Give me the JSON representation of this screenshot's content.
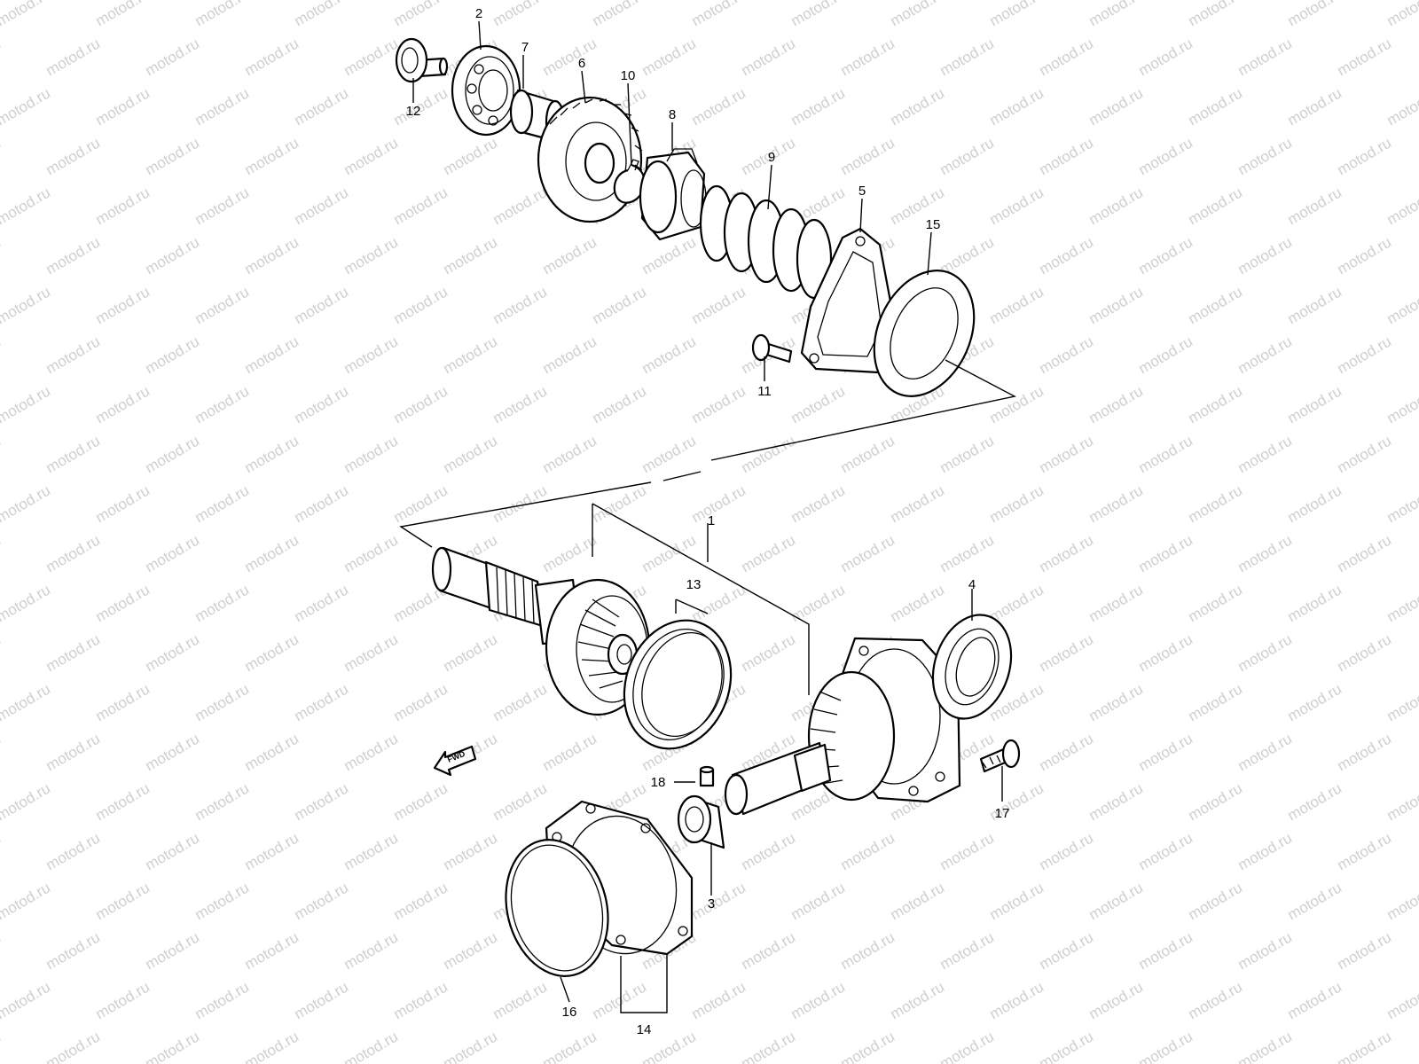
{
  "watermark": {
    "text": "motod.ru",
    "color": "#cfcfcf"
  },
  "direction_marker": {
    "label": "FWD",
    "icon": "arrow-left-icon"
  },
  "callouts": [
    {
      "id": "1",
      "label": "1"
    },
    {
      "id": "2",
      "label": "2"
    },
    {
      "id": "3",
      "label": "3"
    },
    {
      "id": "4",
      "label": "4"
    },
    {
      "id": "5",
      "label": "5"
    },
    {
      "id": "6",
      "label": "6"
    },
    {
      "id": "7",
      "label": "7"
    },
    {
      "id": "8",
      "label": "8"
    },
    {
      "id": "9",
      "label": "9"
    },
    {
      "id": "10",
      "label": "10"
    },
    {
      "id": "11",
      "label": "11"
    },
    {
      "id": "12",
      "label": "12"
    },
    {
      "id": "13",
      "label": "13"
    },
    {
      "id": "14",
      "label": "14"
    },
    {
      "id": "15",
      "label": "15"
    },
    {
      "id": "16",
      "label": "16"
    },
    {
      "id": "17",
      "label": "17"
    },
    {
      "id": "18",
      "label": "18"
    }
  ]
}
